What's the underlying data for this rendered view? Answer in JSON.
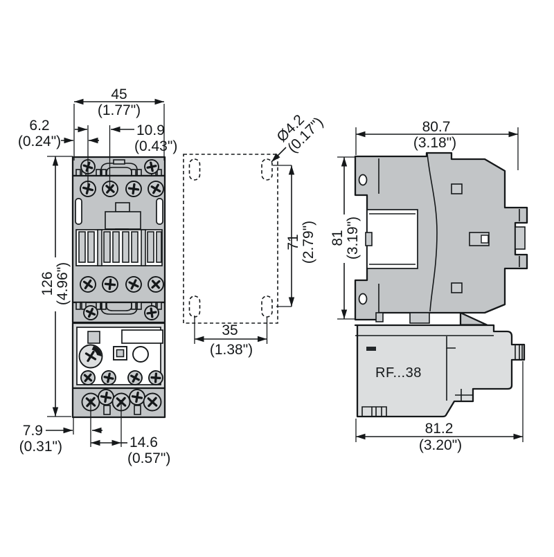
{
  "product": {
    "label": "RF...38"
  },
  "dims": {
    "front_width": {
      "mm": "45",
      "in": "(1.77\")"
    },
    "front_edge_offset": {
      "mm": "6.2",
      "in": "(0.24\")"
    },
    "front_screw_offset": {
      "mm": "10.9",
      "in": "(0.43\")"
    },
    "front_height": {
      "mm": "126",
      "in": "(4.96\")"
    },
    "front_bottom_offset": {
      "mm": "7.9",
      "in": "(0.31\")"
    },
    "front_bottom_pitch": {
      "mm": "14.6",
      "in": "(0.57\")"
    },
    "hole_diameter": {
      "mm": "Ø4.2",
      "in": "(0.17\")"
    },
    "hole_v_spacing": {
      "mm": "71",
      "in": "(2.79\")"
    },
    "hole_h_spacing": {
      "mm": "35",
      "in": "(1.38\")"
    },
    "side_top_width": {
      "mm": "80.7",
      "in": "(3.18\")"
    },
    "side_height": {
      "mm": "81",
      "in": "(3.19\")"
    },
    "side_bottom_width": {
      "mm": "81.2",
      "in": "(3.20\")"
    }
  },
  "colors": {
    "body": "#c2c5c7",
    "relay": "#dcdedf",
    "line": "#15181a"
  }
}
